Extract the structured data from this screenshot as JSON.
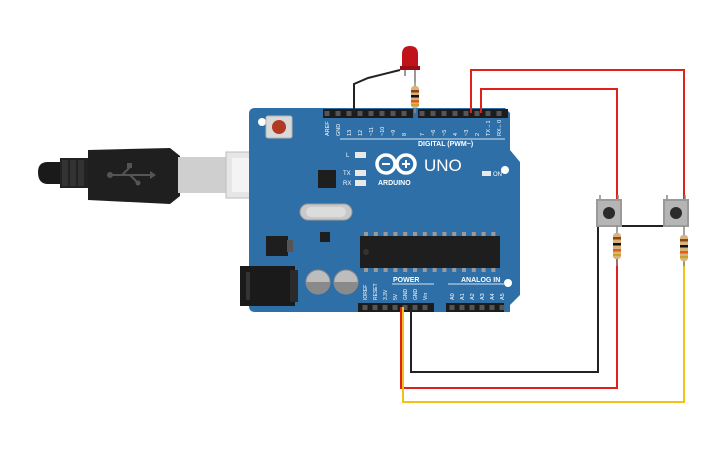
{
  "board": {
    "brand": "ARDUINO",
    "model": "UNO",
    "digital_header": "DIGITAL (PWM~)",
    "analog_header": "ANALOG IN",
    "power_header": "POWER",
    "on_label": "ON",
    "l_label": "L",
    "tx_label": "TX",
    "rx_label": "RX",
    "digital_pins": [
      "AREF",
      "GND",
      "13",
      "12",
      "~11",
      "~10",
      "~9",
      "8",
      "7",
      "~6",
      "~5",
      "4",
      "~3",
      "2",
      "TX→1",
      "RX←0"
    ],
    "power_pins": [
      "IOREF",
      "RESET",
      "3.3V",
      "5V",
      "GND",
      "GND",
      "Vin"
    ],
    "analog_pins": [
      "A0",
      "A1",
      "A2",
      "A3",
      "A4",
      "A5"
    ]
  },
  "components": {
    "led_color": "#c0141a",
    "board_color": "#2f6fa7",
    "wire_colors": {
      "red": "#e0201b",
      "black": "#222222",
      "yellow": "#f2c21b"
    }
  }
}
